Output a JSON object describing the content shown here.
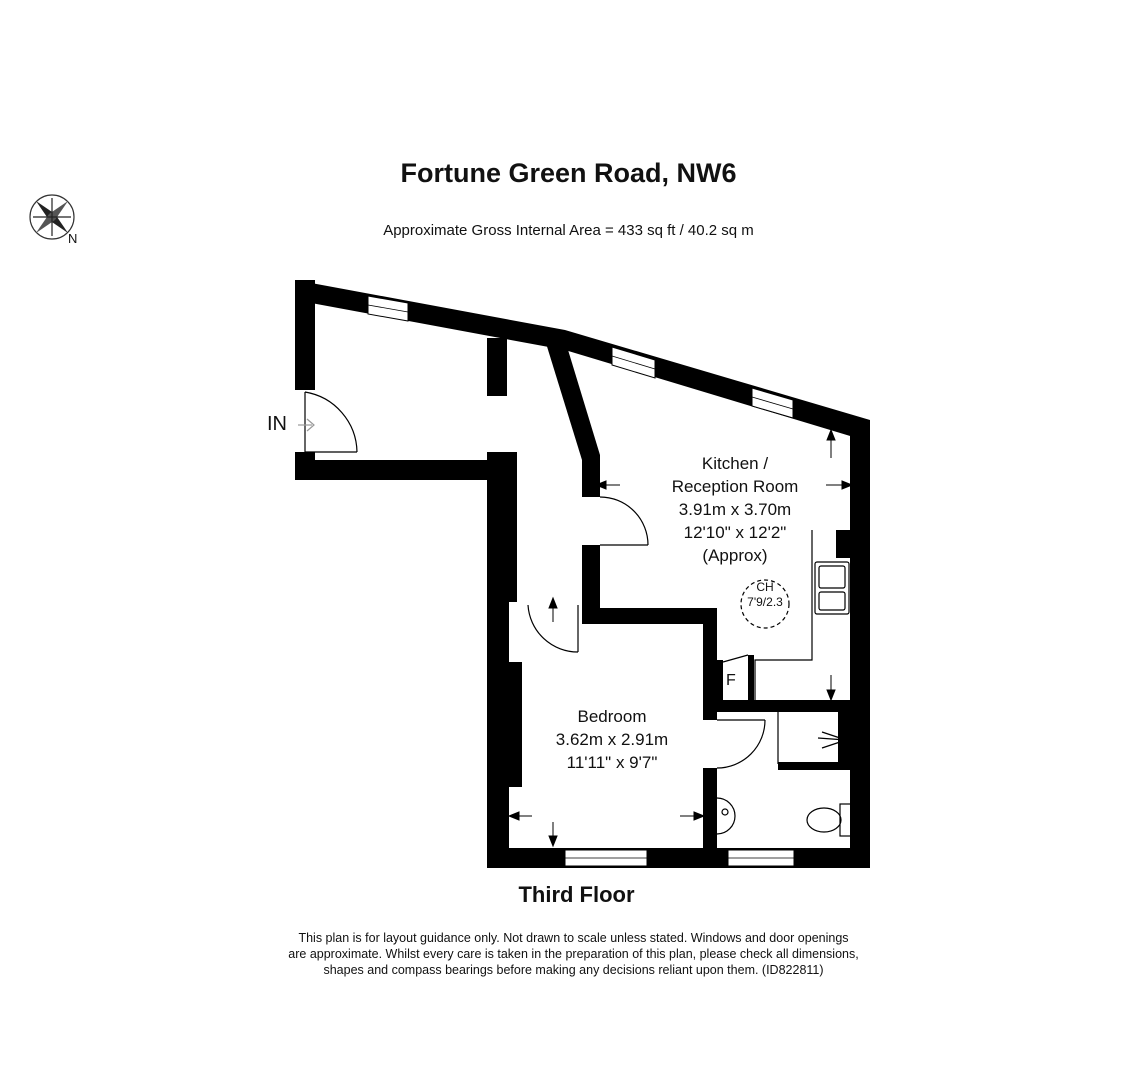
{
  "title": "Fortune Green Road, NW6",
  "area": "Approximate Gross Internal Area = 433 sq ft / 40.2 sq m",
  "compass": {
    "label": "N",
    "icon": "compass-rose-icon"
  },
  "entrance_label": "IN",
  "rooms": {
    "kitchen": {
      "name_line1": "Kitchen /",
      "name_line2": "Reception Room",
      "metric": "3.91m x 3.70m",
      "imperial": "12'10\" x 12'2\"",
      "note": "(Approx)"
    },
    "bedroom": {
      "name": "Bedroom",
      "metric": "3.62m x 2.91m",
      "imperial": "11'11\" x 9'7\""
    }
  },
  "ceiling_height": {
    "label": "CH",
    "value": "7'9/2.3"
  },
  "fridge_label": "F",
  "floor_name": "Third Floor",
  "disclaimer": {
    "line1": "This plan is for layout guidance only. Not drawn to scale unless stated. Windows and door openings",
    "line2": "are approximate. Whilst every care is taken in the preparation of this plan, please check all dimensions,",
    "line3": "shapes and compass bearings before making any decisions reliant upon them. (ID822811)"
  }
}
